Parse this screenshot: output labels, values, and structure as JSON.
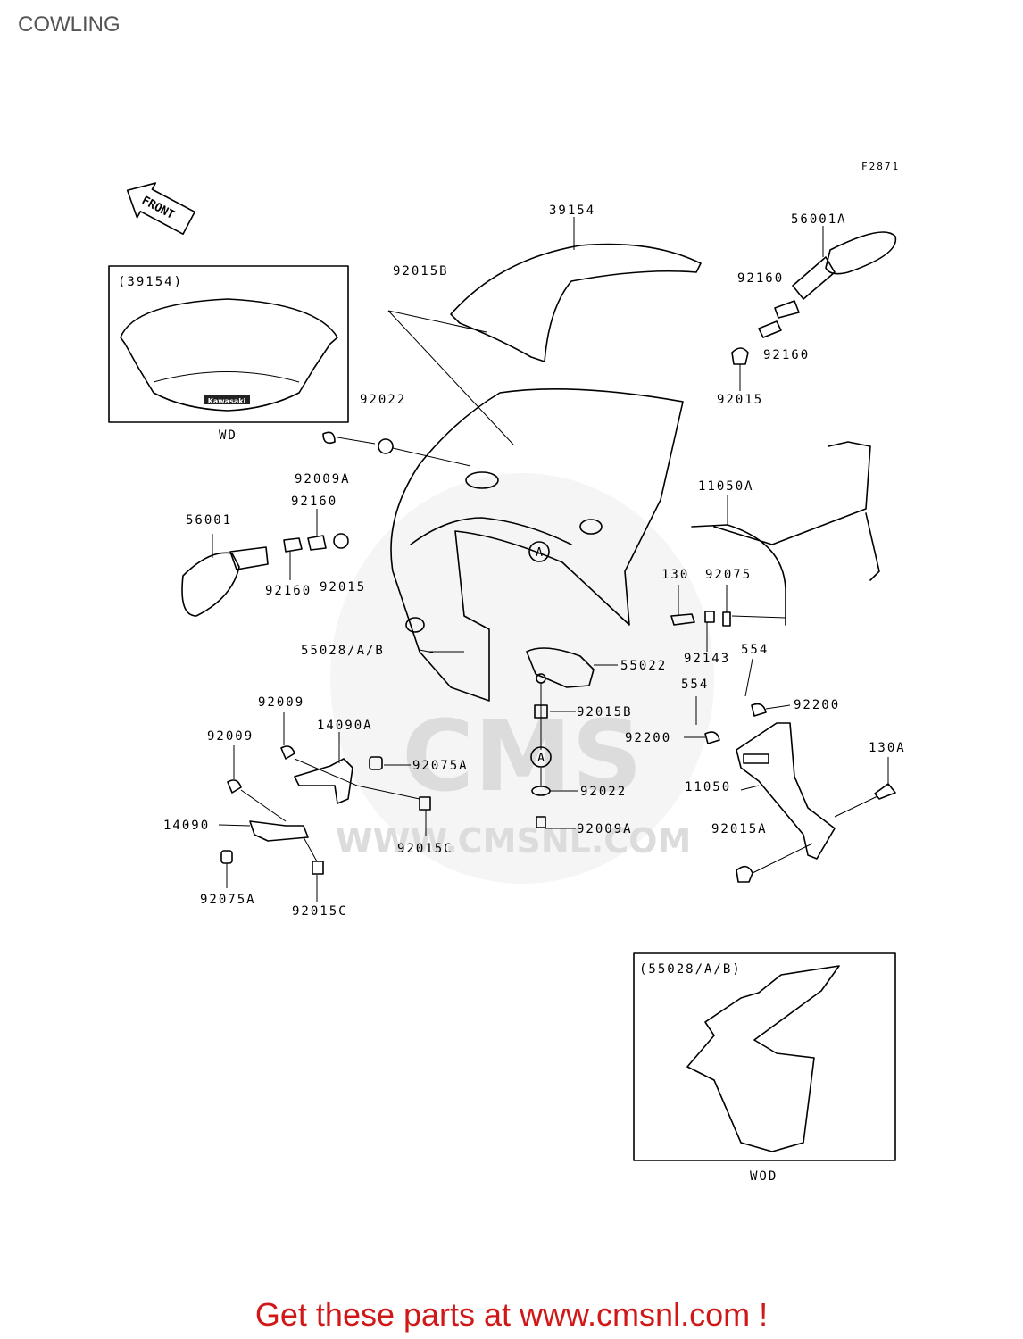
{
  "page": {
    "title": "COWLING"
  },
  "figure": {
    "code": "F2871",
    "front_arrow": "FRONT"
  },
  "insets": {
    "windshield": {
      "label": "(39154)",
      "variant": "WD",
      "brand": "Kawasaki"
    },
    "cowl": {
      "label": "(55028/A/B)",
      "variant": "WOD"
    }
  },
  "labels": [
    "39154",
    "56001A",
    "92015B",
    "92160",
    "92160",
    "92015",
    "92022",
    "92009A",
    "11050A",
    "56001",
    "92160",
    "92160",
    "92015",
    "130",
    "92075",
    "92143",
    "55028/A/B",
    "55022",
    "554",
    "554",
    "92200",
    "92200",
    "92015B",
    "92009",
    "92009",
    "14090A",
    "92075A",
    "92022",
    "11050",
    "130A",
    "92009A",
    "92015A",
    "14090",
    "92015C",
    "92075A",
    "92015C"
  ],
  "ref_marks": [
    "A",
    "A"
  ],
  "watermark": {
    "brand": "CMS",
    "url": "WWW.CMSNL.COM"
  },
  "footer": {
    "cta": "Get these parts at www.cmsnl.com !"
  },
  "colors": {
    "cta": "#d01818",
    "title": "#555555",
    "watermark": "#e2e2e2"
  }
}
